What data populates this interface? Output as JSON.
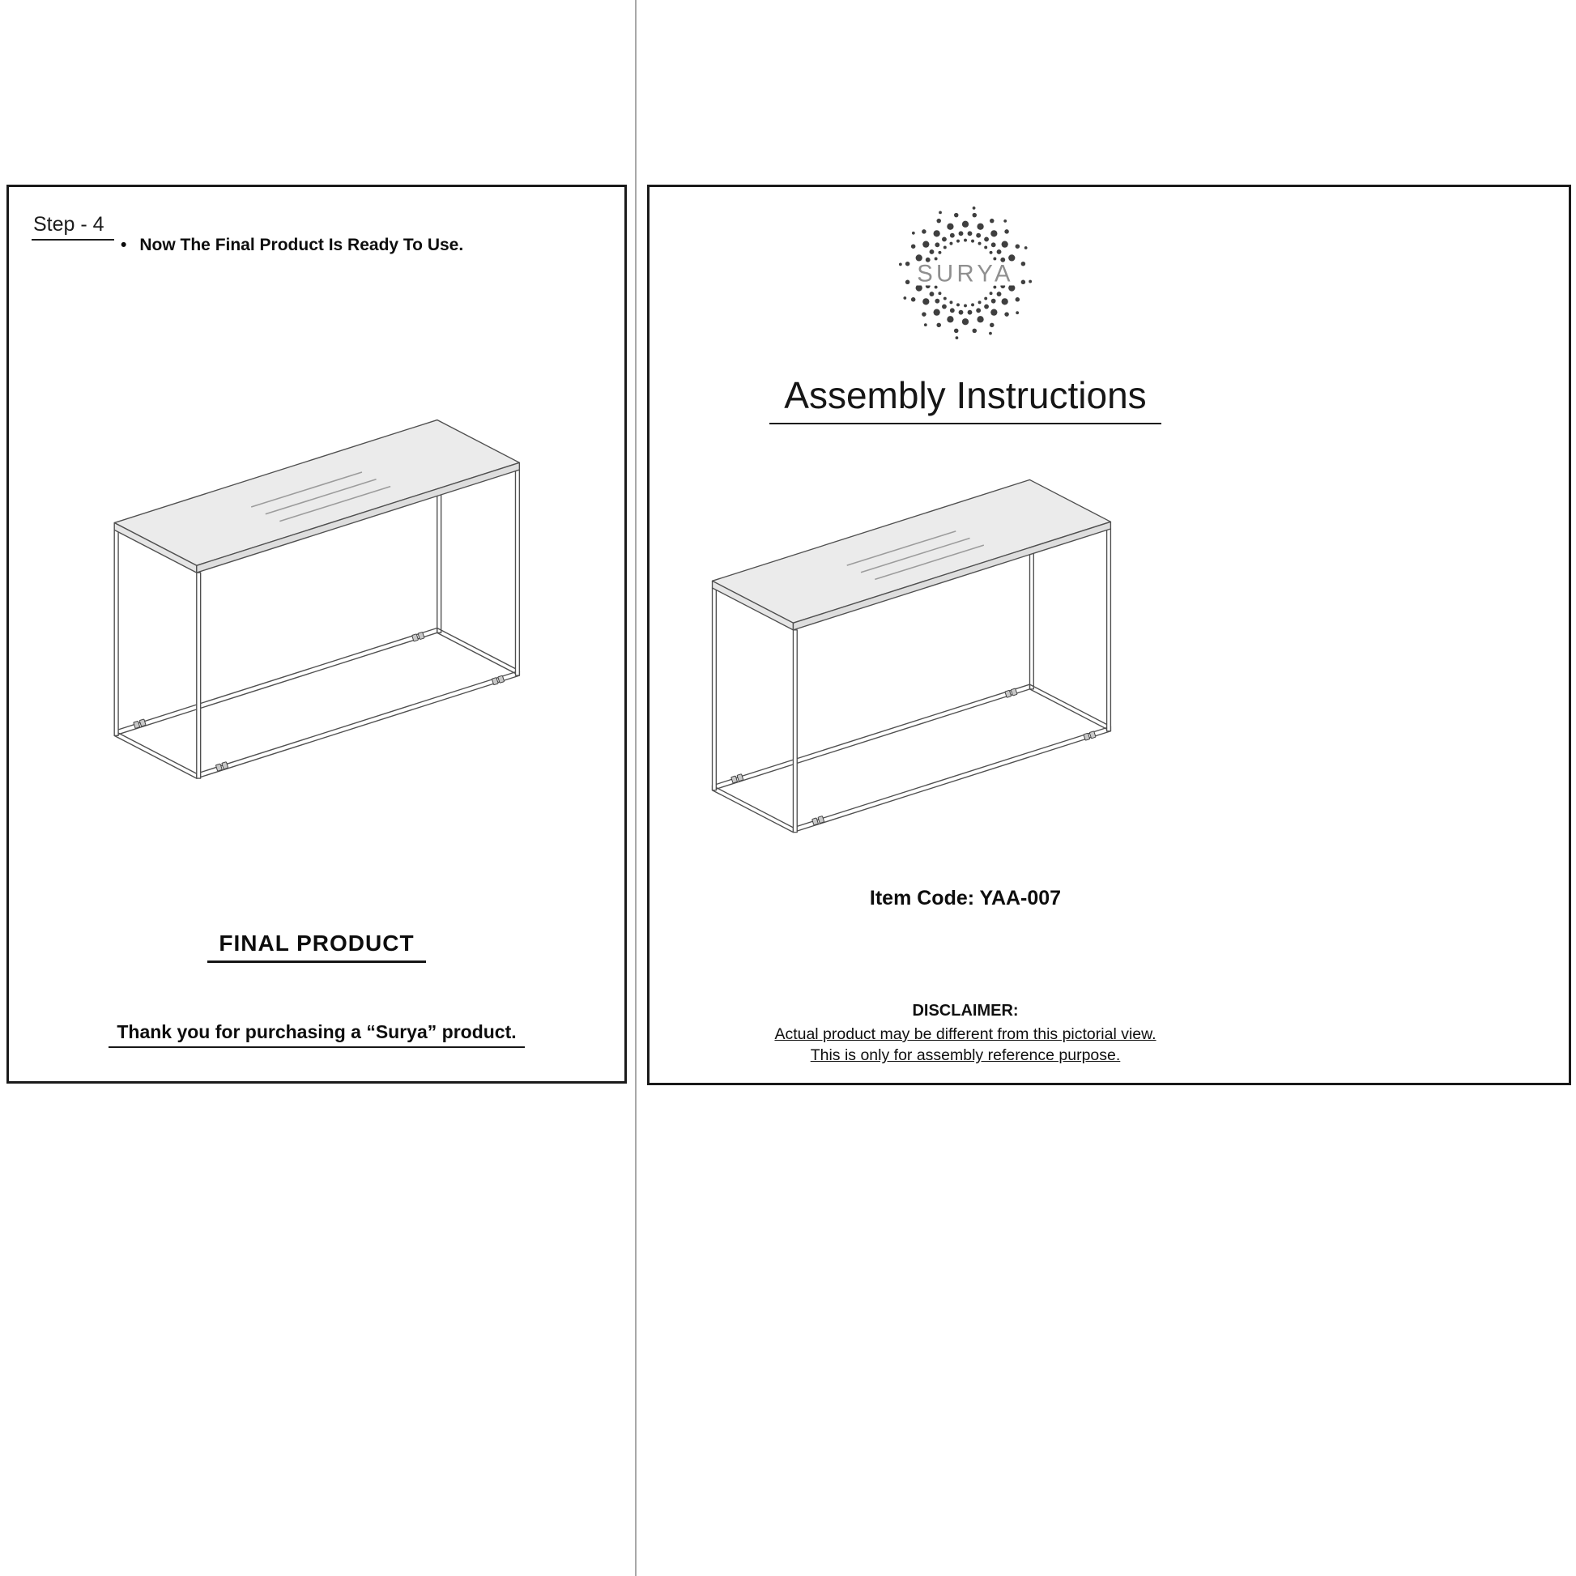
{
  "page_left": {
    "step_label": "Step - 4",
    "bullet": "•",
    "instruction": "Now The Final Product Is Ready To Use.",
    "final_product_label": "FINAL PRODUCT",
    "thanks_note": "Thank you for purchasing a “Surya” product."
  },
  "page_right": {
    "logo_text": "SURYA",
    "title": "Assembly Instructions",
    "item_code": "Item Code: YAA-007",
    "disclaimer_heading": "DISCLAIMER:",
    "disclaimer_line1": "Actual product may be different from this pictorial view.",
    "disclaimer_line2": "This is only for assembly reference purpose."
  },
  "colors": {
    "drawing_line": "#4f4f4f",
    "table_top_fill": "#ebebeb",
    "logo_dot": "#3f3f3f",
    "logo_text": "#8f8f8f",
    "page_border": "#1a1a1a"
  }
}
